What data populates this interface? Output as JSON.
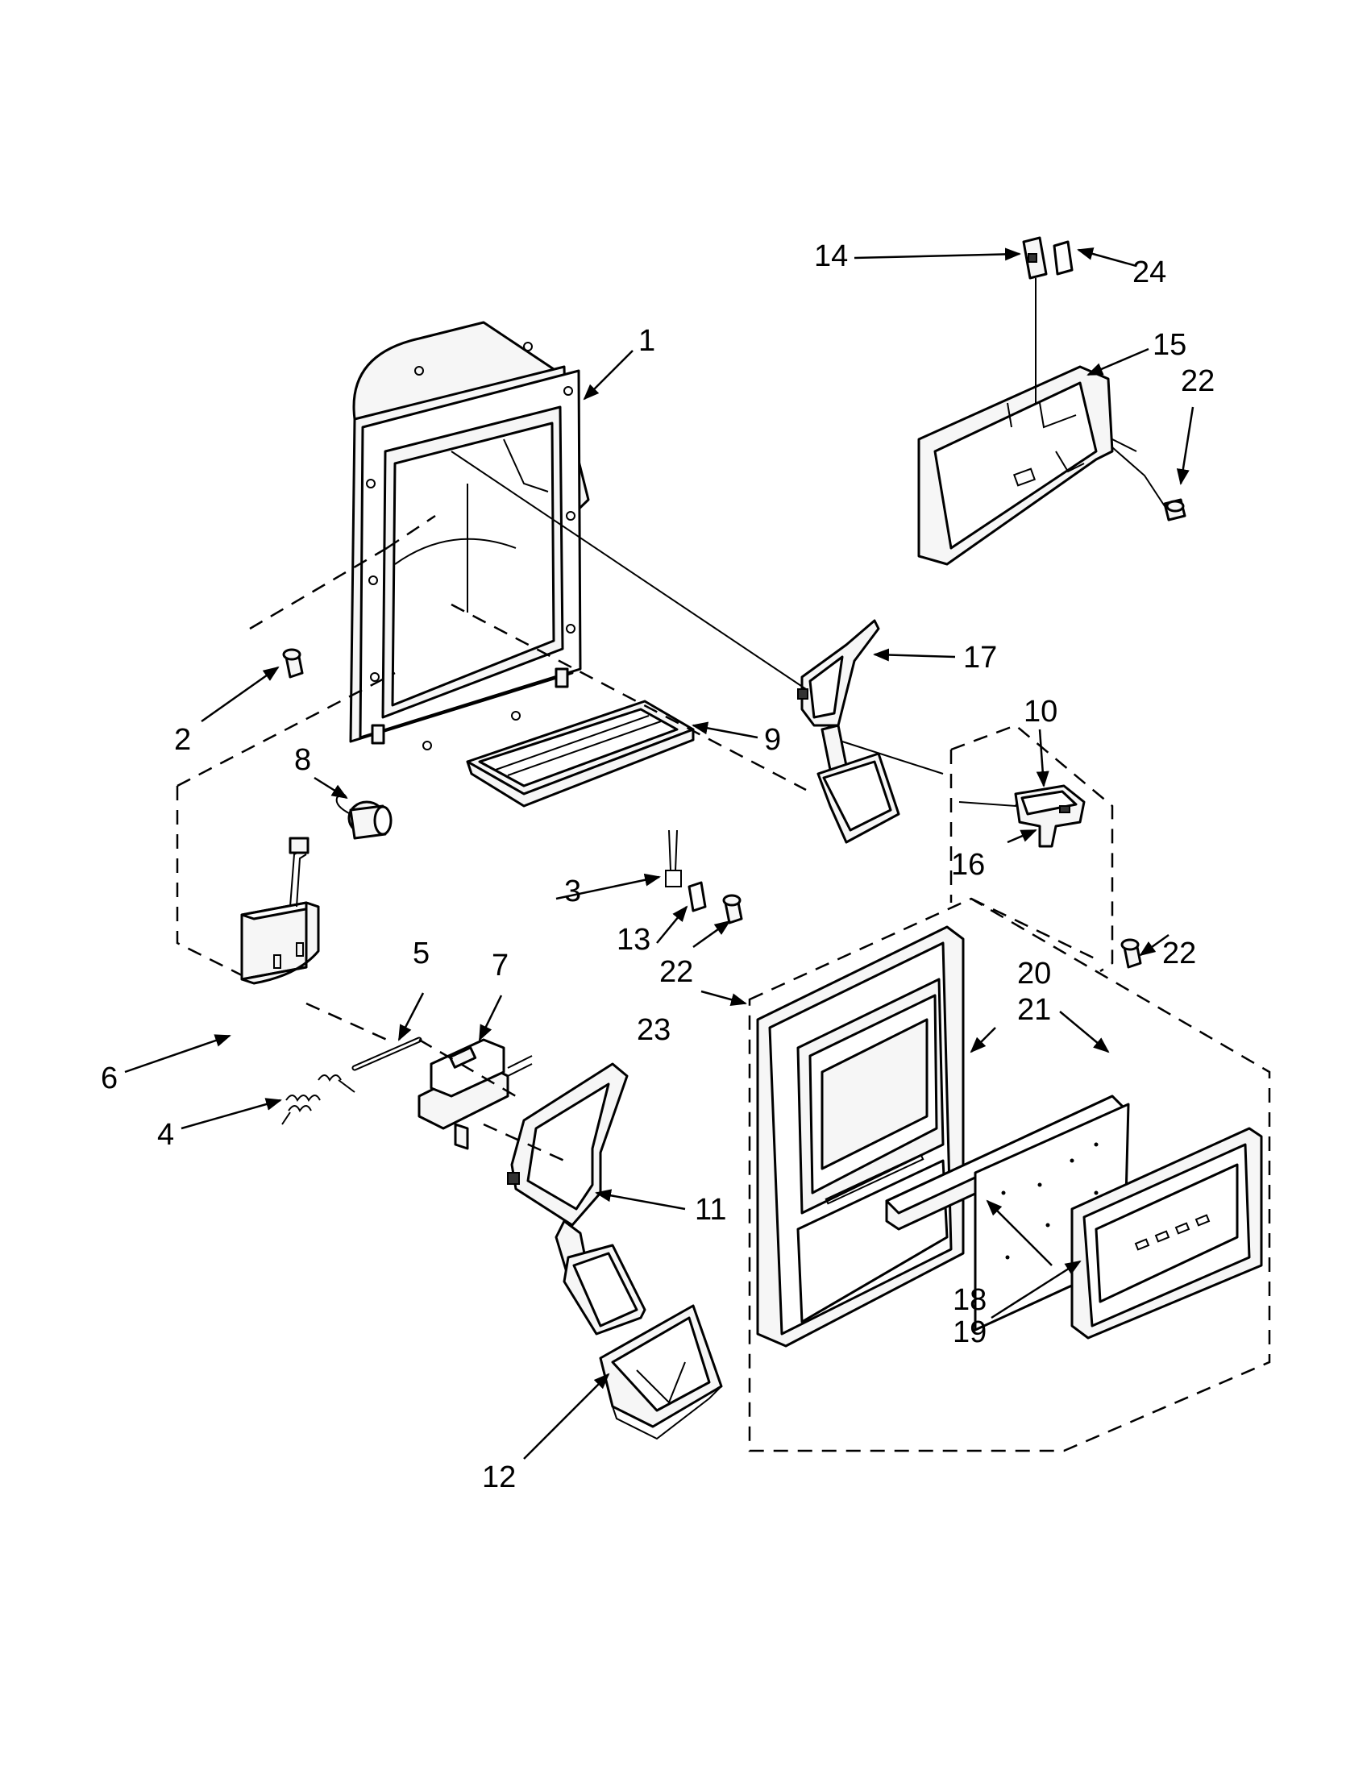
{
  "callouts": {
    "c1": "1",
    "c2": "2",
    "c3": "3",
    "c4": "4",
    "c5": "5",
    "c6": "6",
    "c7": "7",
    "c8": "8",
    "c9": "9",
    "c10": "10",
    "c11": "11",
    "c12": "12",
    "c13": "13",
    "c14": "14",
    "c15": "15",
    "c16": "16",
    "c17": "17",
    "c18": "18",
    "c19": "19",
    "c20": "20",
    "c21": "21",
    "c22a": "22",
    "c22b": "22",
    "c22c": "22",
    "c23": "23",
    "c24": "24"
  }
}
